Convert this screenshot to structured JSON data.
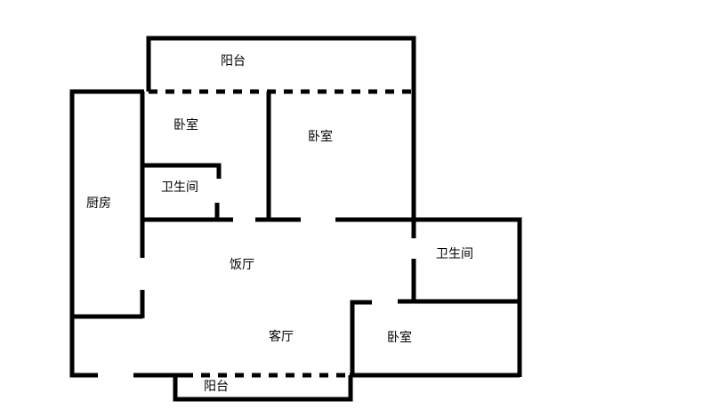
{
  "plan": {
    "wall_color": "#000000",
    "rooms": [
      {
        "id": "balcony-top",
        "label": "阳台"
      },
      {
        "id": "bedroom-1",
        "label": "卧室"
      },
      {
        "id": "bedroom-2",
        "label": "卧室"
      },
      {
        "id": "bathroom-1",
        "label": "卫生间"
      },
      {
        "id": "kitchen",
        "label": "厨房"
      },
      {
        "id": "dining-room",
        "label": "饭厅"
      },
      {
        "id": "bathroom-2",
        "label": "卫生间"
      },
      {
        "id": "living-room",
        "label": "客厅"
      },
      {
        "id": "bedroom-3",
        "label": "卧室"
      },
      {
        "id": "balcony-bottom",
        "label": "阳台"
      }
    ]
  }
}
